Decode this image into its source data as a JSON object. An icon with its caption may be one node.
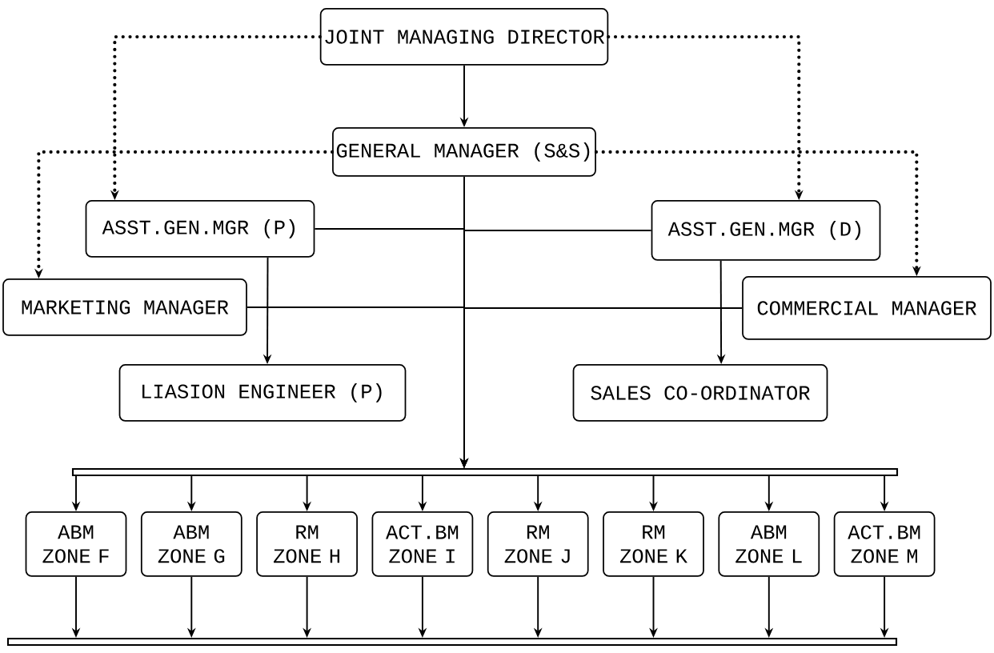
{
  "diagram": {
    "nodes": [
      {
        "text": [
          "JOINT MANAGING DIRECTOR"
        ]
      },
      {
        "text": [
          "GENERAL MANAGER (S&S)"
        ]
      },
      {
        "text": [
          "ASST.GEN.MGR (P)"
        ]
      },
      {
        "text": [
          "ASST.GEN.MGR (D)"
        ]
      },
      {
        "text": [
          "MARKETING MANAGER"
        ]
      },
      {
        "text": [
          "COMMERCIAL MANAGER"
        ]
      },
      {
        "text": [
          "LIASION ENGINEER (P)"
        ]
      },
      {
        "text": [
          "SALES CO-ORDINATOR"
        ]
      },
      {
        "text": [],
        "shape": "bar"
      },
      {
        "text": [
          "ABM ZONE F"
        ]
      },
      {
        "text": [
          "ABM ZONE G"
        ]
      },
      {
        "text": [
          "RM ZONE H"
        ]
      },
      {
        "text": [
          "ACT.BM ZONE I"
        ]
      },
      {
        "text": [
          "RM ZONE J"
        ]
      },
      {
        "text": [
          "RM ZONE K"
        ]
      },
      {
        "text": [
          "ABM ZONE L"
        ]
      },
      {
        "text": [
          "ACT.BM ZONE M"
        ]
      },
      {
        "text": [],
        "shape": "bar"
      }
    ],
    "edges": [
      {
        "from": 0,
        "to": 1,
        "arrow": "to"
      },
      {
        "from": 0,
        "to": 2,
        "arrow": "to",
        "style": "dashed"
      },
      {
        "from": 0,
        "to": 3,
        "arrow": "to",
        "style": "dashed"
      },
      {
        "from": 1,
        "to": 4,
        "arrow": "to",
        "style": "dashed"
      },
      {
        "from": 1,
        "to": 5,
        "arrow": "to",
        "style": "dashed"
      },
      {
        "from": 1,
        "to": 8,
        "arrow": "to"
      },
      {
        "from": 2,
        "to": 8,
        "arrow": "to"
      },
      {
        "from": 3,
        "to": 8,
        "arrow": "to"
      },
      {
        "from": 4,
        "to": 8,
        "arrow": "to"
      },
      {
        "from": 5,
        "to": 8,
        "arrow": "to"
      },
      {
        "from": 2,
        "to": 6,
        "arrow": "to"
      },
      {
        "from": 3,
        "to": 7,
        "arrow": "to"
      },
      {
        "from": 8,
        "to": 9,
        "arrow": "to"
      },
      {
        "from": 8,
        "to": 10,
        "arrow": "to"
      },
      {
        "from": 8,
        "to": 11,
        "arrow": "to"
      },
      {
        "from": 8,
        "to": 12,
        "arrow": "to"
      },
      {
        "from": 8,
        "to": 13,
        "arrow": "to"
      },
      {
        "from": 8,
        "to": 14,
        "arrow": "to"
      },
      {
        "from": 8,
        "to": 15,
        "arrow": "to"
      },
      {
        "from": 8,
        "to": 16,
        "arrow": "to"
      },
      {
        "from": 9,
        "to": 17,
        "arrow": "to"
      },
      {
        "from": 10,
        "to": 17,
        "arrow": "to"
      },
      {
        "from": 11,
        "to": 17,
        "arrow": "to"
      },
      {
        "from": 12,
        "to": 17,
        "arrow": "to"
      },
      {
        "from": 13,
        "to": 17,
        "arrow": "to"
      },
      {
        "from": 14,
        "to": 17,
        "arrow": "to"
      },
      {
        "from": 15,
        "to": 17,
        "arrow": "to"
      },
      {
        "from": 16,
        "to": 17,
        "arrow": "to"
      }
    ]
  }
}
